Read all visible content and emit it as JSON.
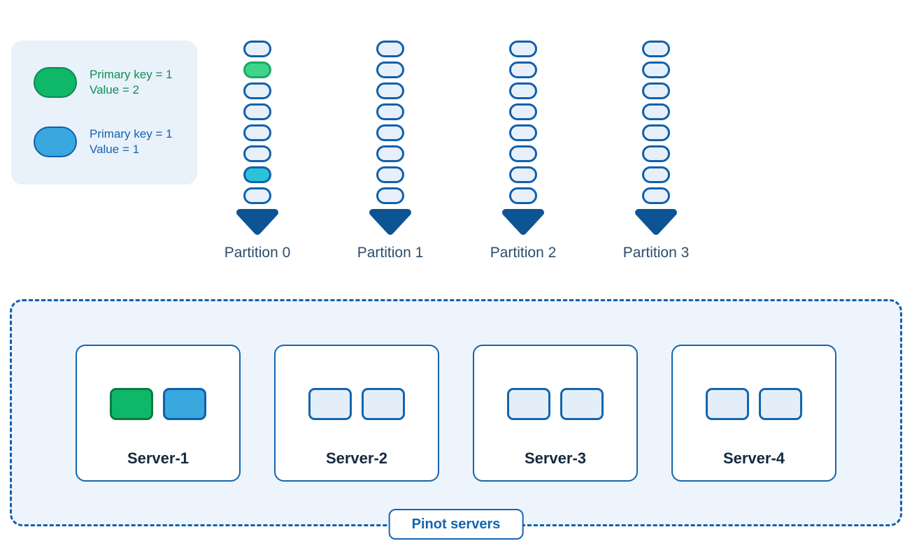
{
  "legend": {
    "items": [
      {
        "swatch": "green",
        "line1": "Primary key = 1",
        "line2": "Value = 2"
      },
      {
        "swatch": "blue",
        "line1": "Primary key = 1",
        "line2": "Value = 1"
      }
    ]
  },
  "partitions": [
    {
      "label": "Partition 0",
      "pills": [
        "default",
        "green",
        "default",
        "default",
        "default",
        "default",
        "cyan",
        "default"
      ]
    },
    {
      "label": "Partition 1",
      "pills": [
        "default",
        "default",
        "default",
        "default",
        "default",
        "default",
        "default",
        "default"
      ]
    },
    {
      "label": "Partition 2",
      "pills": [
        "default",
        "default",
        "default",
        "default",
        "default",
        "default",
        "default",
        "default"
      ]
    },
    {
      "label": "Partition 3",
      "pills": [
        "default",
        "default",
        "default",
        "default",
        "default",
        "default",
        "default",
        "default"
      ]
    }
  ],
  "cluster": {
    "label": "Pinot servers",
    "servers": [
      {
        "label": "Server-1",
        "segments": [
          "green",
          "blue"
        ]
      },
      {
        "label": "Server-2",
        "segments": [
          "default",
          "default"
        ]
      },
      {
        "label": "Server-3",
        "segments": [
          "default",
          "default"
        ]
      },
      {
        "label": "Server-4",
        "segments": [
          "default",
          "default"
        ]
      }
    ]
  },
  "icons": {
    "partition_arrow": "triangle-down"
  },
  "colors": {
    "legend_bg": "#e9f1fa",
    "cluster_bg": "#eef4fc",
    "green_fill": "#0fb768",
    "green_border": "#0b8a4e",
    "blue_fill": "#38a8de",
    "blue_border": "#0f5fab",
    "cyan_fill": "#2bc1db",
    "stack_green_fill": "#41d38b",
    "stack_green_border": "#16aa61",
    "pill_default_fill": "#e7f0fa",
    "pill_border": "#1160aa",
    "seg_default_fill": "#e4eef9",
    "seg_green_border": "#0b7a41",
    "server_border": "#1465ad",
    "arrow": "#0d5494",
    "label_text": "#2e4d6b",
    "server_text": "#15293e",
    "green_text": "#0d8f55",
    "blue_text": "#1464ae"
  }
}
